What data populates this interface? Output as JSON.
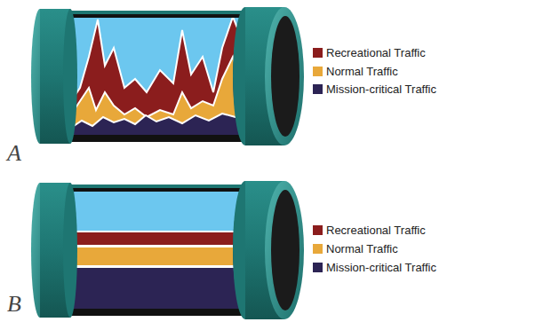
{
  "diagram": {
    "labels": [
      "A",
      "B"
    ],
    "legend": [
      {
        "text": "Recreational Traffic",
        "color": "#8b1d1d"
      },
      {
        "text": "Normal Traffic",
        "color": "#e8a83a"
      },
      {
        "text": "Mission-critical Traffic",
        "color": "#2c2454"
      },
      {
        "text": "Recreational Traffic",
        "color": "#8b1d1d"
      },
      {
        "text": "Normal Traffic",
        "color": "#e8a83a"
      },
      {
        "text": "Mission-critical Traffic",
        "color": "#2c2454"
      }
    ]
  }
}
